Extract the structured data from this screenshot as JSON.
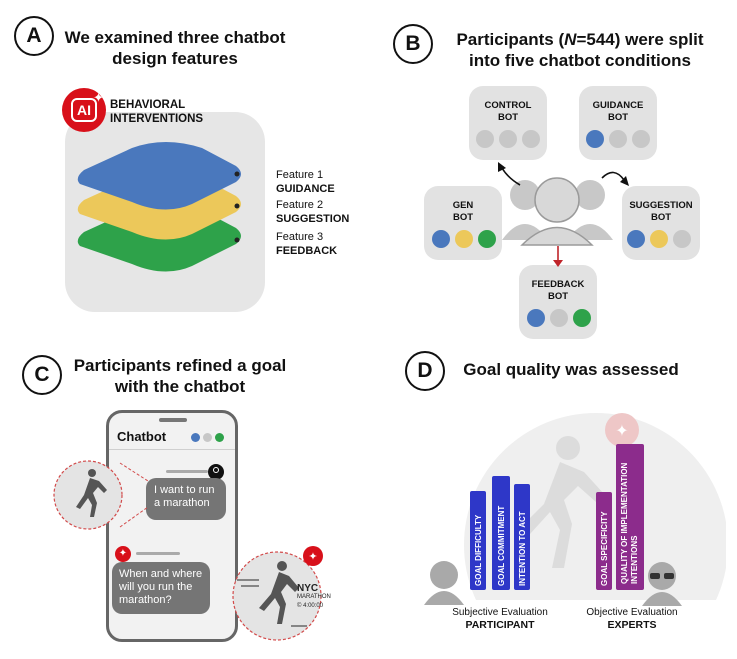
{
  "panel_a": {
    "letter": "A",
    "title_line1": "We examined three chatbot",
    "title_line2": "design features",
    "badge": "AI",
    "behavioral_line1": "BEHAVIORAL",
    "behavioral_line2": "INTERVENTIONS",
    "features": [
      {
        "num": "Feature 1",
        "name": "GUIDANCE",
        "color": "#4a78bd"
      },
      {
        "num": "Feature 2",
        "name": "SUGGESTION",
        "color": "#ecc85a"
      },
      {
        "num": "Feature 3",
        "name": "FEEDBACK",
        "color": "#2ea24a"
      }
    ]
  },
  "panel_b": {
    "letter": "B",
    "title_pre": "Participants (",
    "title_n": "N",
    "title_post": "=544) were split",
    "title_line2": "into five chatbot conditions",
    "bots": {
      "control": {
        "line1": "CONTROL",
        "line2": "BOT"
      },
      "guidance": {
        "line1": "GUIDANCE",
        "line2": "BOT"
      },
      "gen": {
        "line1": "GEN",
        "line2": "BOT"
      },
      "suggestion": {
        "line1": "SUGGESTION",
        "line2": "BOT"
      },
      "feedback": {
        "line1": "FEEDBACK",
        "line2": "BOT"
      }
    }
  },
  "panel_c": {
    "letter": "C",
    "title_line1": "Participants refined a goal",
    "title_line2": "with the chatbot",
    "app_title": "Chatbot",
    "user_msg_line1": "I want to run",
    "user_msg_line2": "a marathon",
    "bot_msg_line1": "When and where",
    "bot_msg_line2": "will you run the",
    "bot_msg_line3": "marathon?",
    "bib_city": "NYC",
    "bib_event": "MARATHON",
    "bib_time": "© 4:00:00"
  },
  "panel_d": {
    "letter": "D",
    "title": "Goal quality was assessed",
    "participant_bars": [
      "GOAL DIFFICULTY",
      "GOAL COMMITMENT",
      "INTENTION TO ACT"
    ],
    "expert_bars": [
      "GOAL SPECIFICITY",
      "QUALITY OF IMPLEMENTATION INTENTIONS"
    ],
    "left_caption1": "Subjective Evaluation",
    "left_caption2": "PARTICIPANT",
    "right_caption1": "Objective Evaluation",
    "right_caption2": "EXPERTS",
    "participant_color": "#2e37c8",
    "expert_color": "#8c2c8c"
  }
}
